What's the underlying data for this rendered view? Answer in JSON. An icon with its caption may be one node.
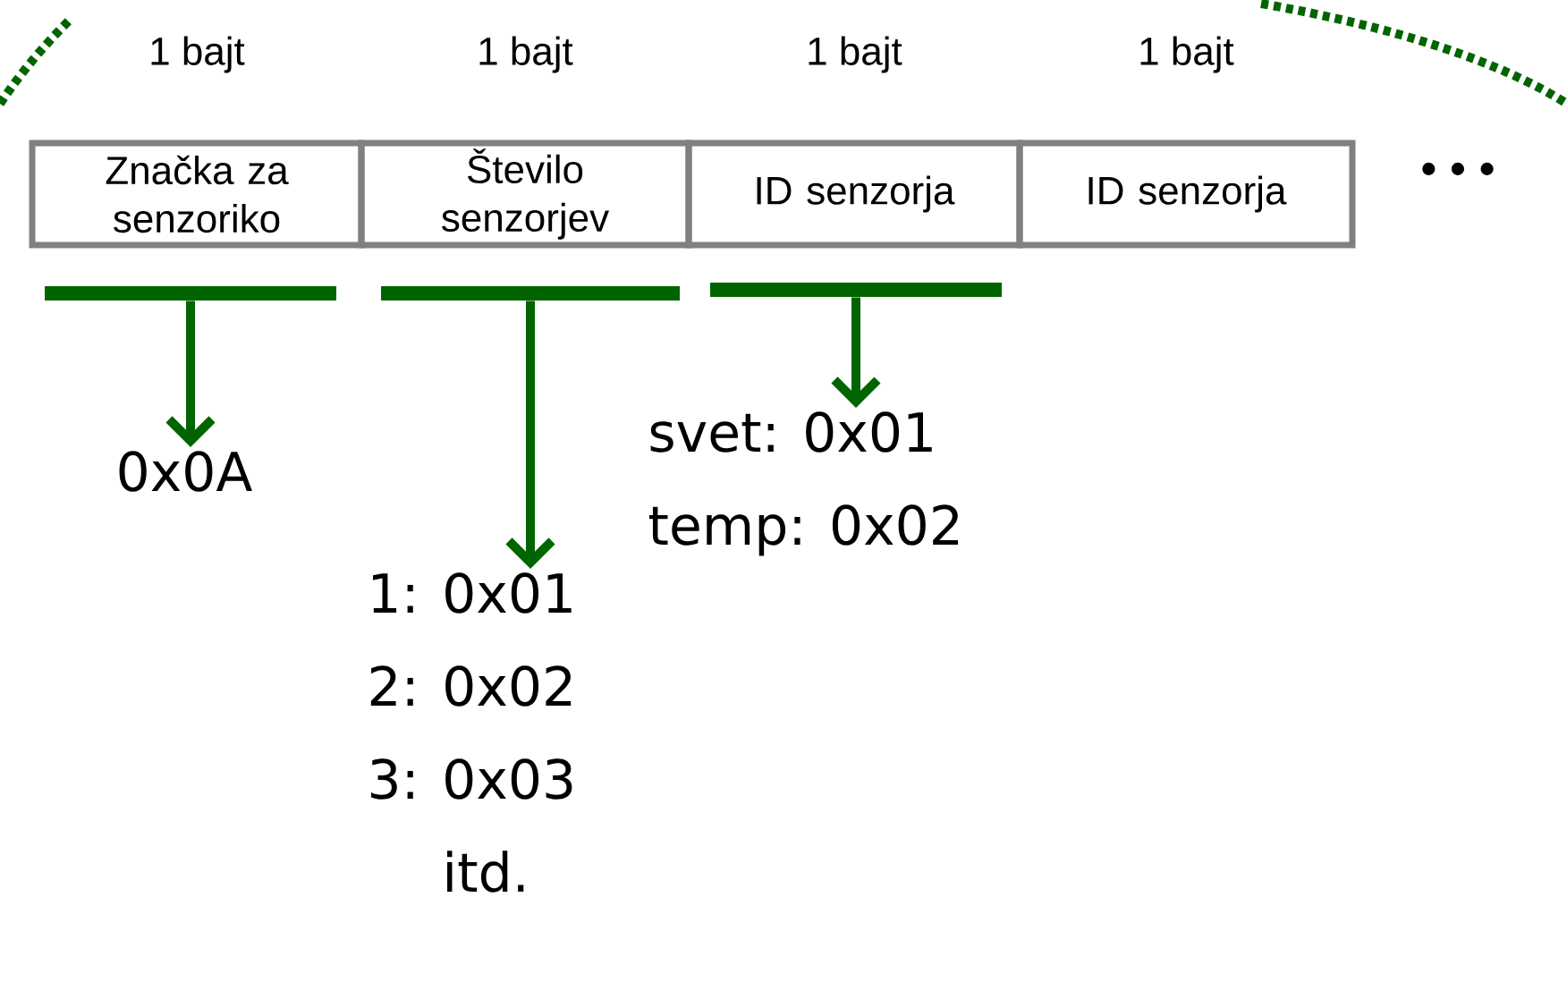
{
  "diagram": {
    "nodes": [
      {
        "text": [
          "Značka za senzoriko"
        ],
        "beside": [
          "1 bajt"
        ]
      },
      {
        "text": [
          "Število senzorjev"
        ],
        "beside": [
          "1 bajt"
        ]
      },
      {
        "text": [
          "ID senzorja"
        ],
        "beside": [
          "1 bajt"
        ]
      },
      {
        "text": [
          "ID senzorja"
        ],
        "beside": [
          "1 bajt"
        ]
      },
      {
        "text": [],
        "shape": "bar"
      },
      {
        "text": [],
        "shape": "bar"
      },
      {
        "text": [],
        "shape": "bar"
      },
      {
        "text": [
          "0x0A"
        ]
      },
      {
        "text": [
          "1: 0x01",
          "2: 0x02",
          "3: 0x03",
          "itd."
        ]
      },
      {
        "text": [
          "svet: 0x01",
          "temp: 0x02"
        ]
      }
    ],
    "edges": [
      {
        "from": 4,
        "to": 7,
        "arrow": "to"
      },
      {
        "from": 5,
        "to": 8,
        "arrow": "to"
      },
      {
        "from": 6,
        "to": 9,
        "arrow": "to"
      }
    ],
    "labels": [
      "• • •"
    ]
  }
}
